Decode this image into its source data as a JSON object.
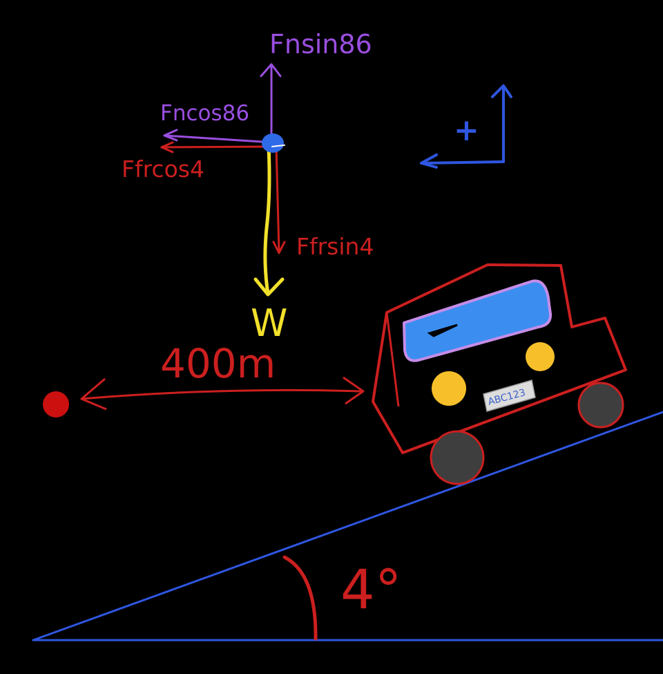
{
  "colors": {
    "background": "#000000",
    "normal_force": "#9a4fe0",
    "friction": "#cc1f1f",
    "weight": "#f2e12b",
    "axes": "#2f56e0",
    "incline": "#2f56e0",
    "car_outline": "#cc1f1f",
    "windshield": "#3b8ef0",
    "windshield_border": "#c58ce8",
    "headlight": "#f7c02b",
    "wheel": "#3e3e3e",
    "plate": "#dddddd",
    "plate_text": "#3a60c8",
    "point": "#2f6ae8",
    "distance_marker": "#cc1010"
  },
  "labels": {
    "fn_sin": "Fnsin86",
    "fn_cos": "Fncos86",
    "ffr_cos": "Ffrcos4",
    "ffr_sin": "Ffrsin4",
    "weight": "W",
    "axes_sign": "+",
    "distance": "400m",
    "plate": "ABC123",
    "angle": "4°"
  }
}
